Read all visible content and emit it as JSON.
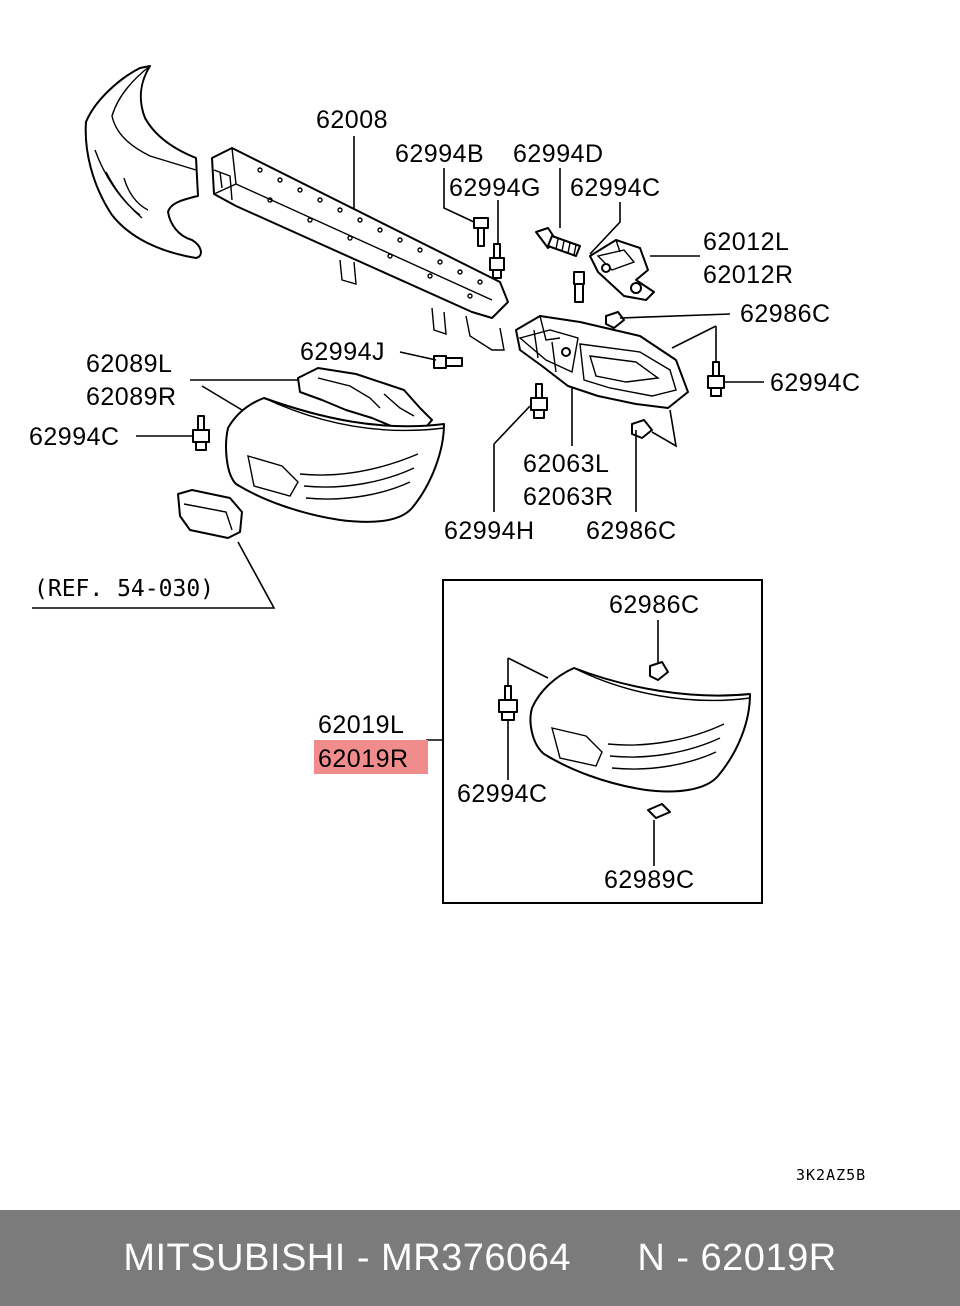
{
  "labels": {
    "l_62008": "62008",
    "l_62994b": "62994B",
    "l_62994d": "62994D",
    "l_62994g": "62994G",
    "l_62994c_top": "62994C",
    "l_62012l": "62012L",
    "l_62012r": "62012R",
    "l_62986c_top": "62986C",
    "l_62994j": "62994J",
    "l_62994c_right": "62994C",
    "l_62089l": "62089L",
    "l_62089r": "62089R",
    "l_62994c_left": "62994C",
    "l_62063l": "62063L",
    "l_62063r": "62063R",
    "l_62994h": "62994H",
    "l_62986c_mid": "62986C",
    "l_ref": "(REF. 54-030)",
    "l_62986c_box": "62986C",
    "l_62019l": "62019L",
    "l_62019r": "62019R",
    "l_62994c_box": "62994C",
    "l_62989c": "62989C",
    "code": "3K2AZ5B"
  },
  "highlight_color": "#f08c8c",
  "footer": {
    "brand_part": "MITSUBISHI - MR376064",
    "ref": "N - 62019R"
  }
}
